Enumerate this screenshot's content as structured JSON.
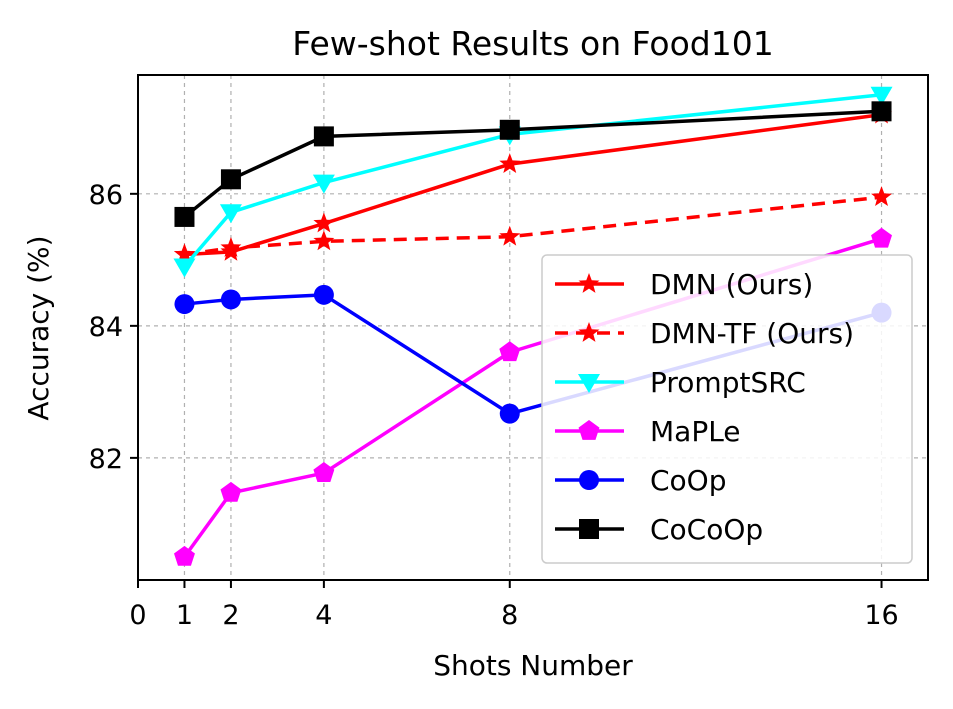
{
  "chart_data": {
    "type": "line",
    "title": "Few-shot Results on Food101",
    "xlabel": "Shots Number",
    "ylabel": "Accuracy (%)",
    "xlim": [
      0,
      17
    ],
    "ylim": [
      80.15,
      87.8
    ],
    "xticks": [
      0,
      1,
      2,
      4,
      8,
      16
    ],
    "yticks": [
      82,
      84,
      86
    ],
    "grid": true,
    "legend_position": "lower-right",
    "x": [
      1,
      2,
      4,
      8,
      16
    ],
    "series": [
      {
        "name": "DMN (Ours)",
        "values": [
          85.08,
          85.12,
          85.55,
          86.45,
          87.2
        ],
        "color": "#ff0000",
        "marker": "star",
        "dashed": false
      },
      {
        "name": "DMN-TF (Ours)",
        "values": [
          85.08,
          85.18,
          85.28,
          85.35,
          85.95
        ],
        "color": "#ff0000",
        "marker": "star",
        "dashed": true
      },
      {
        "name": "PromptSRC",
        "values": [
          84.9,
          85.72,
          86.17,
          86.9,
          87.5
        ],
        "color": "#00ffff",
        "marker": "triangle-down",
        "dashed": false
      },
      {
        "name": "MaPLe",
        "values": [
          80.5,
          81.47,
          81.77,
          83.6,
          85.32
        ],
        "color": "#ff00ff",
        "marker": "pentagon",
        "dashed": false
      },
      {
        "name": "CoOp",
        "values": [
          84.33,
          84.4,
          84.47,
          82.67,
          84.2
        ],
        "color": "#0000ff",
        "marker": "circle",
        "dashed": false
      },
      {
        "name": "CoCoOp",
        "values": [
          85.65,
          86.22,
          86.87,
          86.97,
          87.25
        ],
        "color": "#000000",
        "marker": "square",
        "dashed": false
      }
    ]
  }
}
